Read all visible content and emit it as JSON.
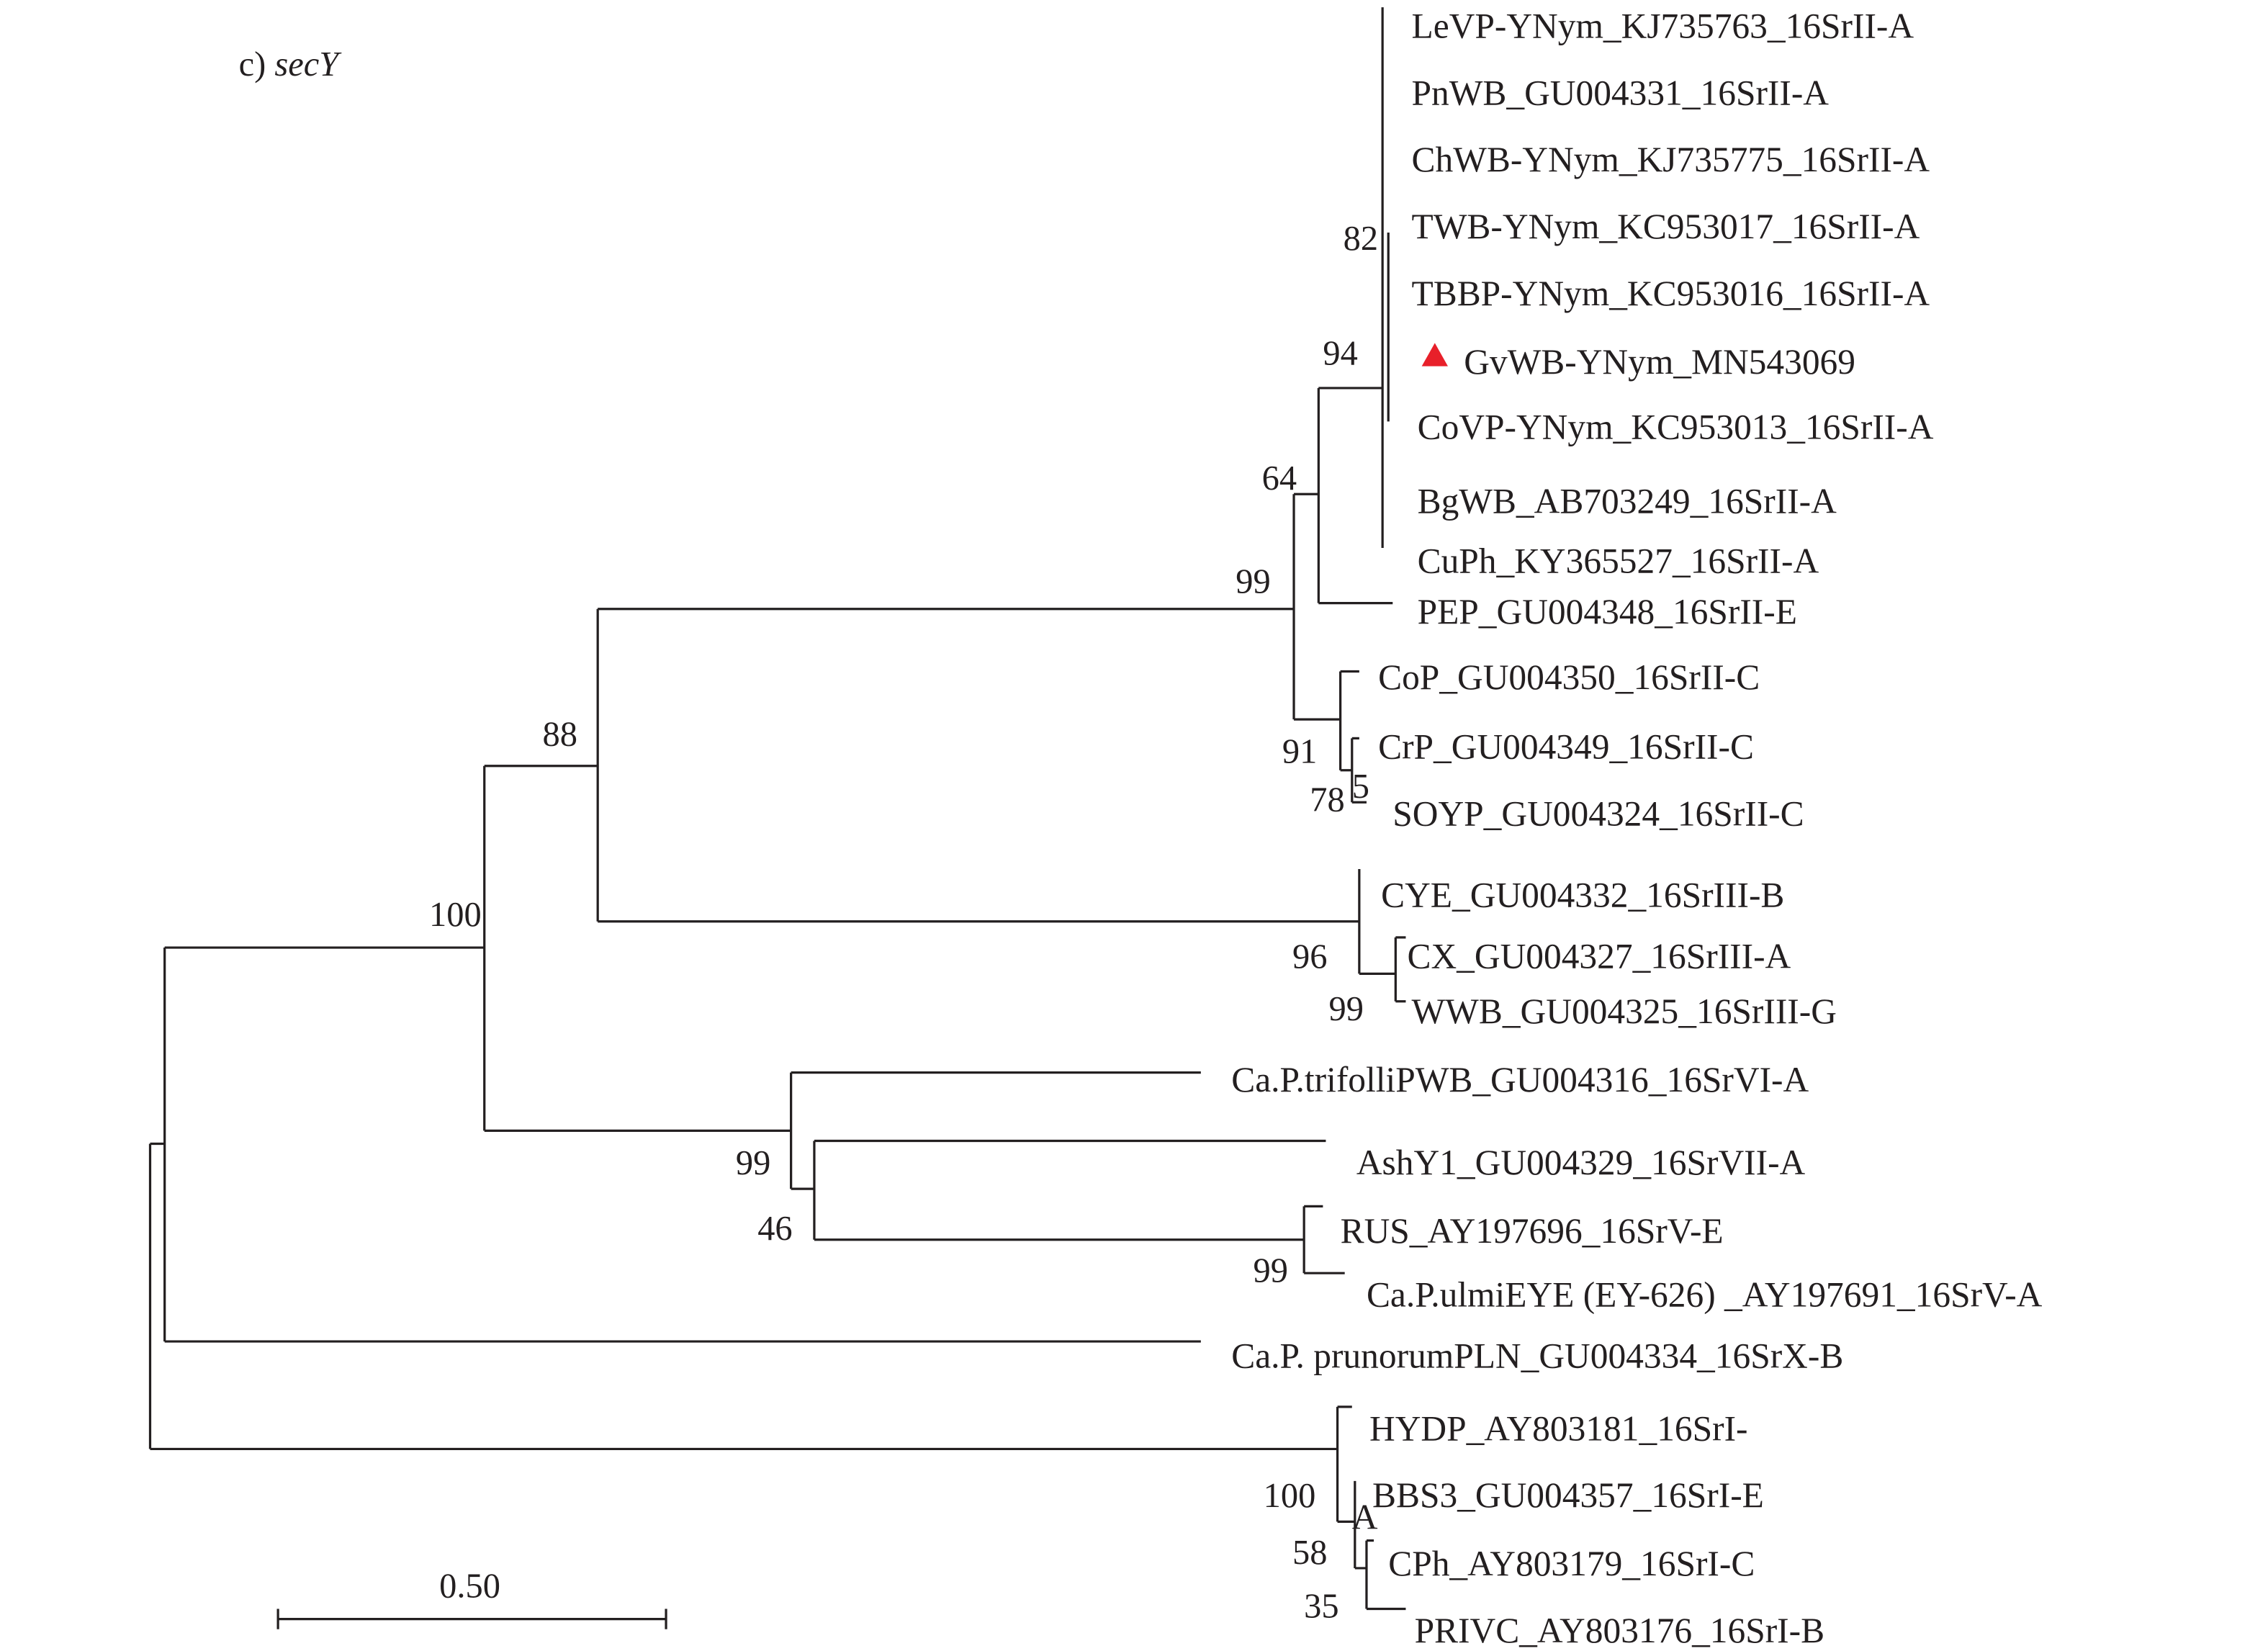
{
  "title": {
    "prefix": "c) ",
    "gene": "secY"
  },
  "highlight_color": "#e8202a",
  "highlight_marker": "triangle-icon",
  "leaves": [
    "LeVP-YNym_KJ735763_16SrII-A",
    "PnWB_GU004331_16SrII-A",
    "ChWB-YNym_KJ735775_16SrII-A",
    "TWB-YNym_KC953017_16SrII-A",
    "TBBP-YNym_KC953016_16SrII-A",
    "GvWB-YNym_MN543069",
    "CoVP-YNym_KC953013_16SrII-A",
    "BgWB_AB703249_16SrII-A",
    "CuPh_KY365527_16SrII-A",
    "PEP_GU004348_16SrII-E",
    "CoP_GU004350_16SrII-C",
    "CrP_GU004349_16SrII-C",
    "SOYP_GU004324_16SrII-C",
    "CYE_GU004332_16SrIII-B",
    "CX_GU004327_16SrIII-A",
    "WWB_GU004325_16SrIII-G",
    "Ca.P.trifolliPWB_GU004316_16SrVI-A",
    "AshY1_GU004329_16SrVII-A",
    "RUS_AY197696_16SrV-E",
    "Ca.P.ulmiEYE (EY-626) _AY197691_16SrV-A",
    "Ca.P. prunorumPLN_GU004334_16SrX-B",
    "HYDP_AY803181_16SrI-",
    "BBS3_GU004357_16SrI-E",
    "CPh_AY803179_16SrI-C",
    "PRIVC_AY803176_16SrI-B"
  ],
  "wrapped_fragment": "A",
  "bootstrap": [
    "82",
    "94",
    "64",
    "99",
    "91",
    "5",
    "78",
    "88",
    "100",
    "96",
    "99",
    "99",
    "46",
    "99",
    "100",
    "58",
    "35"
  ],
  "scale_bar": {
    "label": "0.50",
    "value": 0.5
  }
}
